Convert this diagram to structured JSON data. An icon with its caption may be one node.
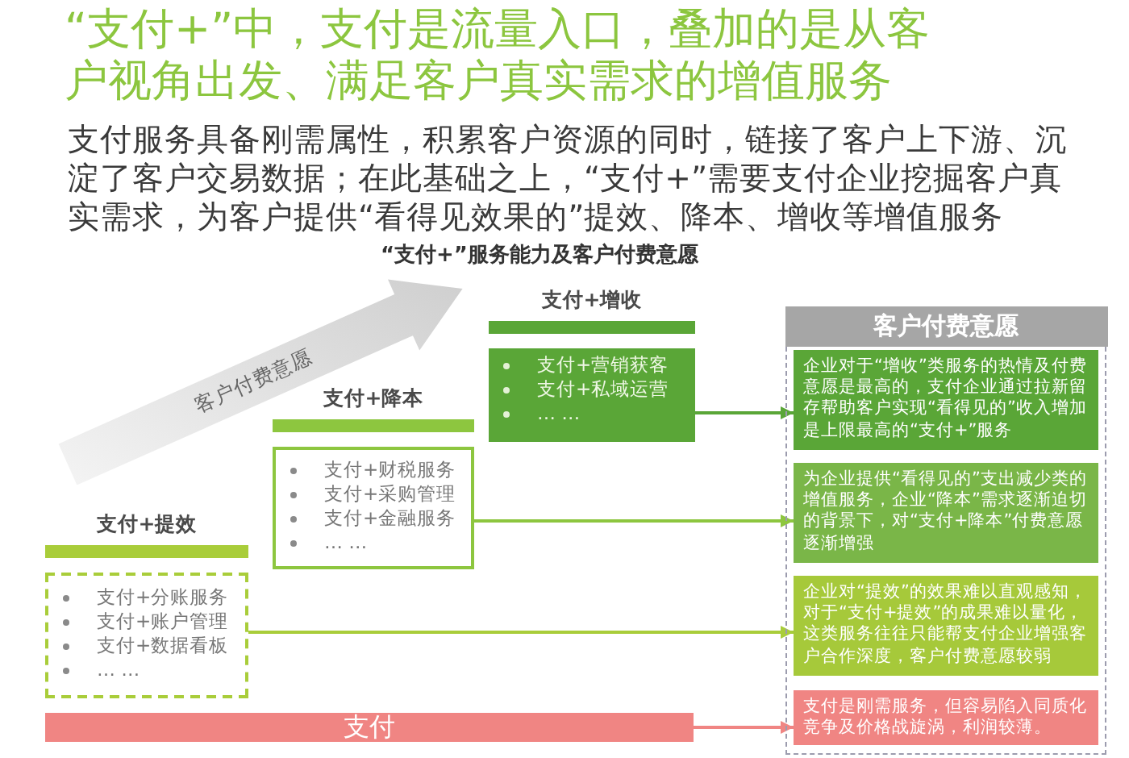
{
  "diagram": {
    "title": "“支付+”中，支付是流量入口，叠加的是从客户视角出发、满足客户真实需求的增值服务",
    "nodes": [
      {
        "text": [
          "支付+增收",
          "支付+营销获客",
          "支付+私域运营",
          "… …"
        ]
      },
      {
        "text": [
          "支付+降本",
          "支付+财税服务",
          "支付+采购管理",
          "支付+金融服务",
          "… …"
        ]
      },
      {
        "text": [
          "支付+提效",
          "支付+分账服务",
          "支付+账户管理",
          "支付+数据看板",
          "… …"
        ]
      },
      {
        "text": [
          "支付"
        ]
      },
      {
        "text": [
          "客户付费意愿"
        ]
      },
      {
        "text": [
          "企业对于“增收”类服务的热情及付费意愿是最高的，支付企业通过拉新留存帮助客户实现“看得见的”收入增加是上限最高的“支付+”服务"
        ],
        "in": 4
      },
      {
        "text": [
          "为企业提供“看得见的”支出减少类的增值服务，企业“降本”需求逐渐迫切的背景下，对“支付+降本”付费意愿逐渐增强"
        ],
        "in": 4
      },
      {
        "text": [
          "企业对“提效”的效果难以直观感知，对于“支付+提效”的成果难以量化，这类服务往往只能帮支付企业增强客户合作深度，客户付费意愿较弱"
        ],
        "in": 4
      },
      {
        "text": [
          "支付是刚需服务，但容易陷入同质化竞争及价格战旋涡，利润较薄。"
        ],
        "in": 4
      }
    ],
    "edges": [
      {
        "from": 0,
        "to": 5,
        "arrow": "to",
        "color": "#5aa637"
      },
      {
        "from": 1,
        "to": 6,
        "arrow": "to",
        "color": "#8dc63f"
      },
      {
        "from": 2,
        "to": 7,
        "arrow": "to",
        "color": "#a9cd3a"
      },
      {
        "from": 3,
        "to": 8,
        "arrow": "to",
        "color": "#f08583"
      }
    ],
    "labels": [
      "支付服务具备刚需属性，积累客户资源的同时，链接了客户上下游、沉淀了客户交易数据；在此基础之上，“支付+”需要支付企业挖掘客户真实需求，为客户提供“看得见效果的”提效、降本、增收等增值服务",
      "“支付+”服务能力及客户付费意愿",
      "客户付费意愿"
    ]
  }
}
